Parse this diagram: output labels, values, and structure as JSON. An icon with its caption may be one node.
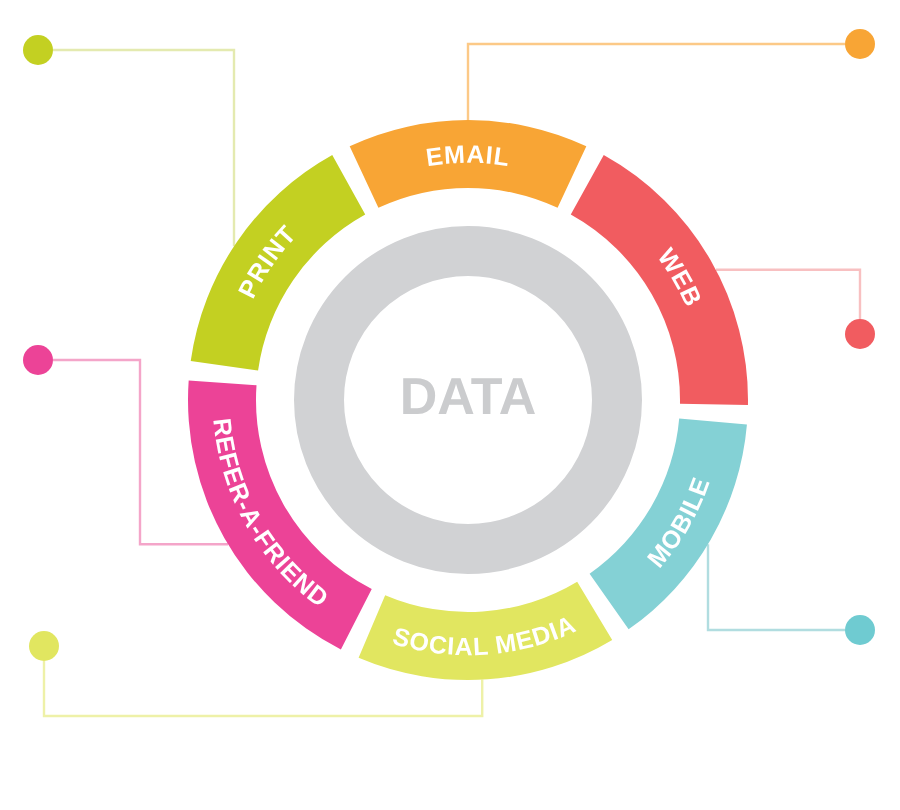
{
  "diagram": {
    "nodes": [
      {
        "text": [
          "EMAIL"
        ]
      },
      {
        "text": [
          "WEB"
        ]
      },
      {
        "text": [
          "MOBILE"
        ]
      },
      {
        "text": [
          "SOCIAL MEDIA"
        ]
      },
      {
        "text": [
          "REFER-A-FRIEND"
        ]
      },
      {
        "text": [
          "PRINT"
        ]
      },
      {
        "text": [
          "DATA"
        ]
      },
      {
        "text": [],
        "shape": "circle"
      },
      {
        "text": [],
        "shape": "circle"
      },
      {
        "text": [],
        "shape": "circle"
      },
      {
        "text": [],
        "shape": "circle"
      },
      {
        "text": [],
        "shape": "circle"
      },
      {
        "text": [],
        "shape": "circle"
      }
    ],
    "edges": [
      {
        "from": 0,
        "to": 7,
        "arrow": "none",
        "color": "#fcc987"
      },
      {
        "from": 1,
        "to": 9,
        "arrow": "none",
        "color": "#f8c0c1"
      },
      {
        "from": 2,
        "to": 11,
        "arrow": "none",
        "color": "#b1dde0"
      },
      {
        "from": 3,
        "to": 12,
        "arrow": "none",
        "color": "#eef1a8"
      },
      {
        "from": 4,
        "to": 10,
        "arrow": "none",
        "color": "#f4a5c9"
      },
      {
        "from": 5,
        "to": 8,
        "arrow": "none",
        "color": "#e4eab0"
      }
    ]
  }
}
